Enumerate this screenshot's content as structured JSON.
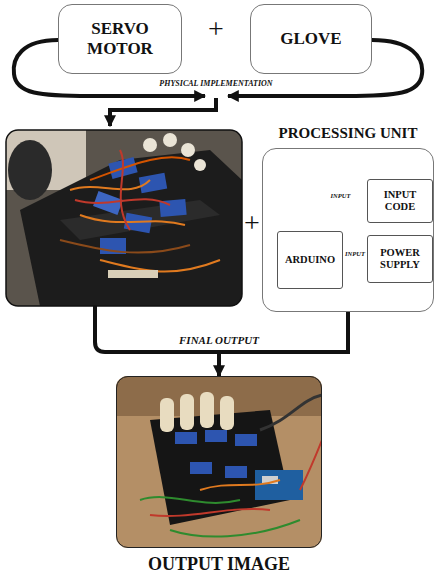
{
  "diagram": {
    "nodes": [
      {
        "text": [
          "SERVO MOTOR"
        ]
      },
      {
        "text": [
          "GLOVE"
        ]
      },
      {
        "text": [
          "PROCESSING UNIT"
        ]
      },
      {
        "text": [
          "INPUT CODE"
        ],
        "in": 2
      },
      {
        "text": [
          "ARDUINO"
        ],
        "in": 2
      },
      {
        "text": [
          "POWER SUPPLY"
        ],
        "in": 2
      },
      {
        "text": [
          "OUTPUT IMAGE"
        ]
      }
    ],
    "edges": [
      {
        "from": 3,
        "to": 4,
        "arrow": "to",
        "label": "INPUT"
      },
      {
        "from": 5,
        "to": 4,
        "arrow": "to",
        "label": "INPUT"
      },
      {
        "from": 2,
        "to": 6,
        "arrow": "to",
        "label": "FINAL OUTPUT"
      }
    ],
    "labels": [
      "+",
      "PHYSICAL IMPLEMENTATION",
      "+"
    ]
  }
}
